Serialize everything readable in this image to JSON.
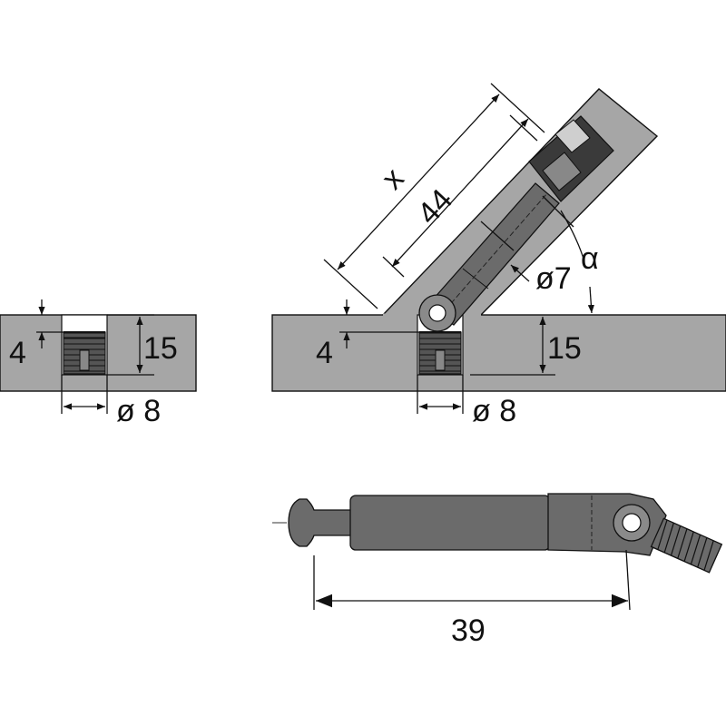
{
  "colors": {
    "panel": "#a6a6a6",
    "metal_dark": "#4a4a4a",
    "metal_mid": "#6b6b6b",
    "line": "#111111",
    "background": "#ffffff"
  },
  "left_detail": {
    "depth_label": "4",
    "thickness_label": "15",
    "diameter_label": "ø 8"
  },
  "middle_detail": {
    "x_label": "x",
    "length_label": "44",
    "shaft_diameter_label": "ø7",
    "angle_label": "α",
    "depth_label": "4",
    "thickness_label": "15",
    "diameter_label": "ø 8"
  },
  "bottom_detail": {
    "length_label": "39"
  }
}
